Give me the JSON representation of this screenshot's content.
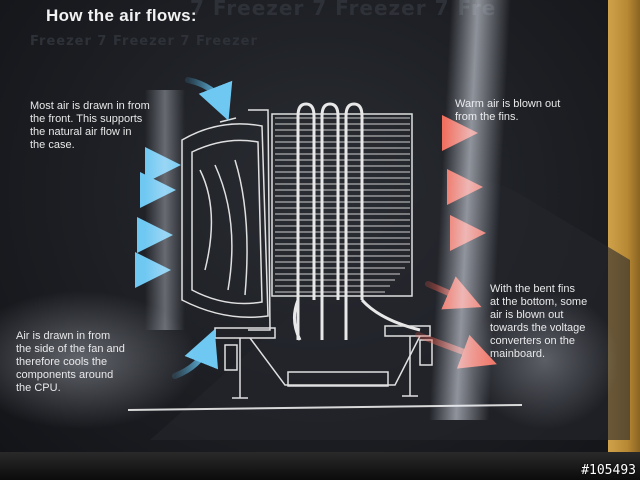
{
  "header": {
    "title": "How the air flows:"
  },
  "background_text": [
    "7 Freezer 7 Freezer 7 Fre",
    "Freezer 7 Freezer 7 Freezer"
  ],
  "captions": {
    "top_left": [
      "Most air is drawn in from",
      "the front. This supports",
      "the natural air flow in",
      "the case."
    ],
    "top_right": [
      "Warm air is blown out",
      "from the fins."
    ],
    "bottom_left": [
      "Air is drawn in from",
      "the side of the fan and",
      "therefore cools the",
      "components around",
      "the CPU."
    ],
    "bottom_right": [
      "With the bent fins",
      "at the bottom, some",
      "air is blown out",
      "towards the voltage",
      "converters on the",
      "mainboard."
    ]
  },
  "watermark": "#105493",
  "colors": {
    "intake": "#4fb6e8",
    "exhaust": "#e8584a",
    "text": "#ececec",
    "box_edge": "#c49540"
  }
}
